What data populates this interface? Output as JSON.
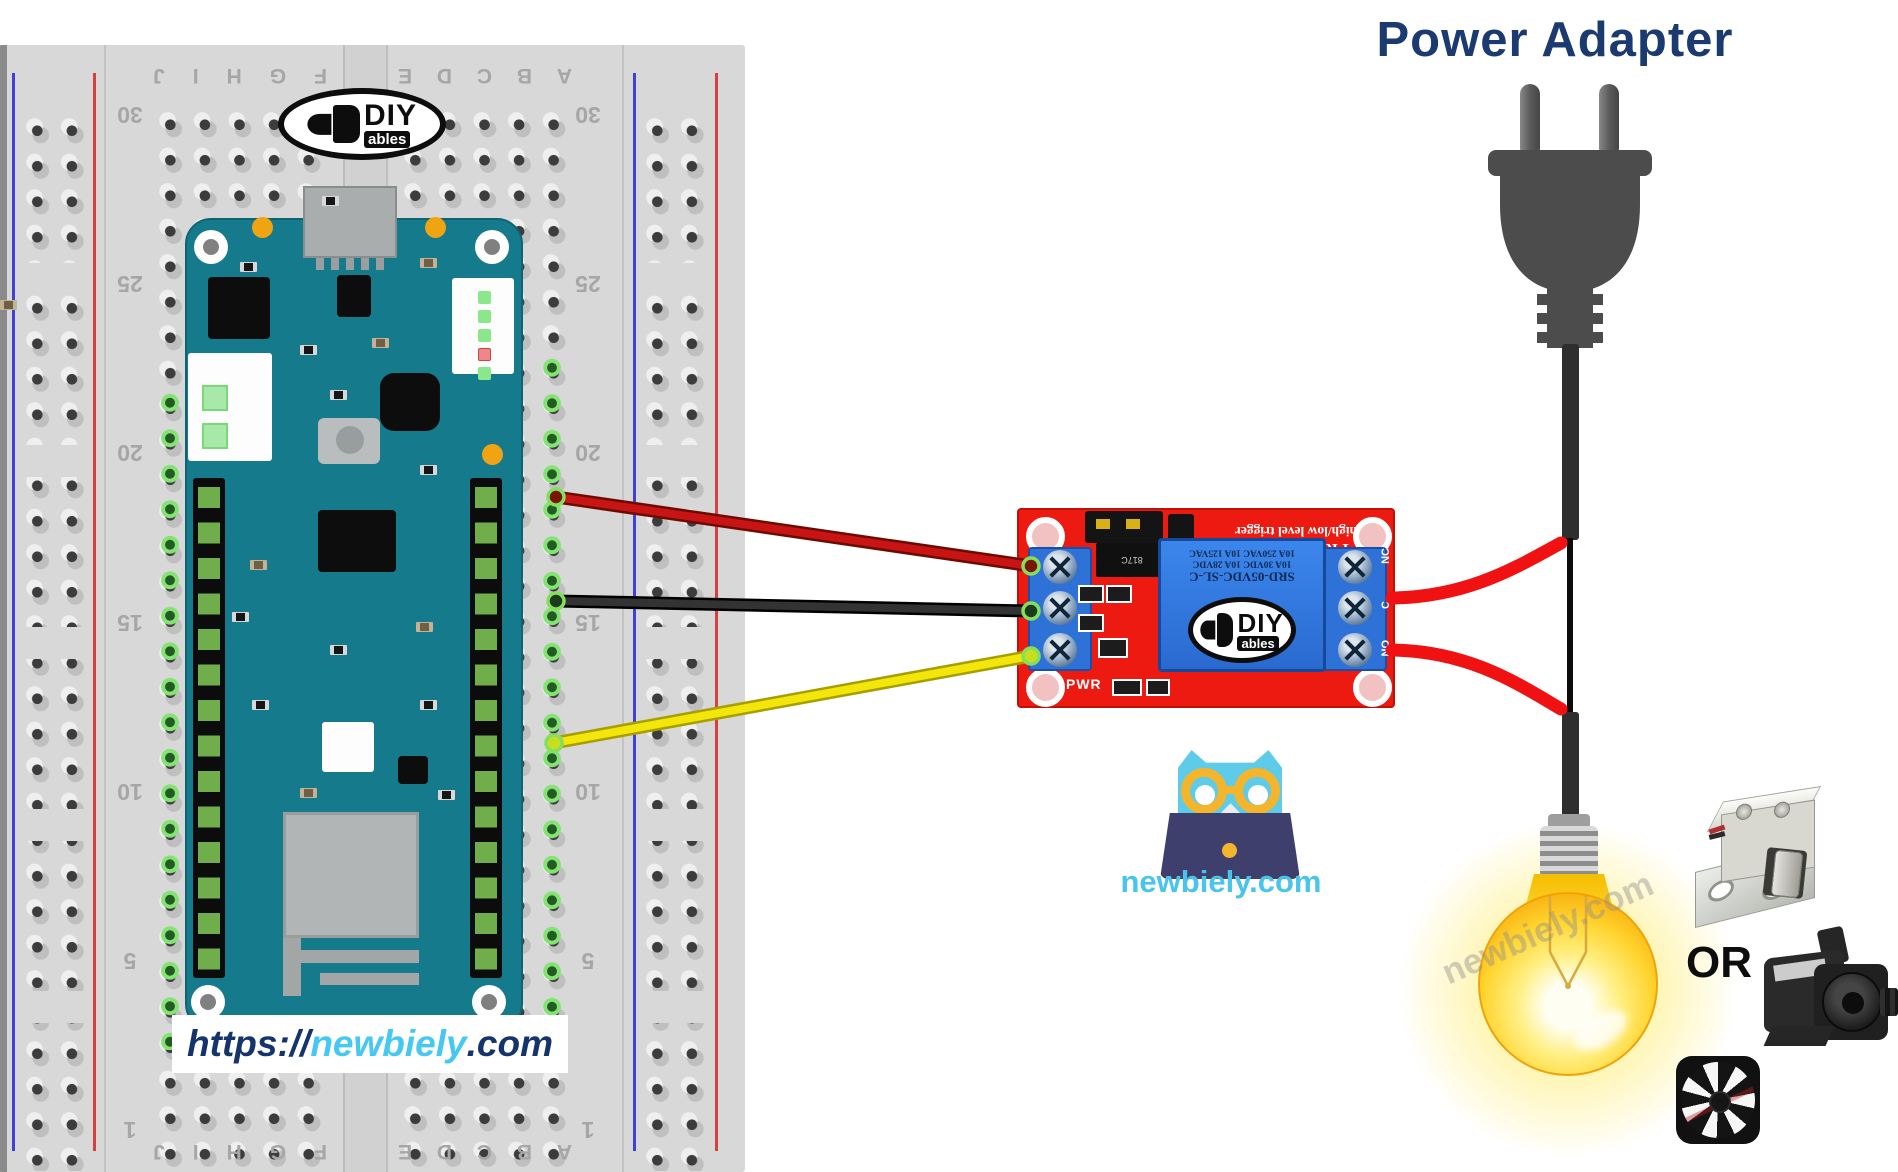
{
  "title": "Power Adapter",
  "or_label": "OR",
  "watermark": {
    "prefix": "https://",
    "brand": "newbiely",
    "suffix": ".com"
  },
  "owl": {
    "site": "newbiely.com"
  },
  "bulb": {
    "watermark": "newbiely.com"
  },
  "diyables": {
    "name": "DIY",
    "sub": "ables"
  },
  "breadboard": {
    "cols_left": [
      "F",
      "G",
      "H",
      "I",
      "J"
    ],
    "cols_right": [
      "A",
      "B",
      "C",
      "D",
      "E"
    ],
    "rows": [
      "1",
      "5",
      "10",
      "15",
      "20",
      "25",
      "30"
    ]
  },
  "relay": {
    "title_line1": "1 Relay Module",
    "title_line2": "high/low level trigger",
    "model": "SRD-05VDC-SL-C",
    "rating1": "10A 30VDC 10A 28VDC",
    "rating2": "10A 250VAC 10A 125VAC",
    "pwr_label": "PWR",
    "opto_label": "817C",
    "terminal_nc": "NC",
    "terminal_c": "C",
    "terminal_no": "NO",
    "logo": {
      "name": "DIY",
      "sub": "ables"
    }
  },
  "colors": {
    "title_navy": "#1b3a70",
    "brand_cyan": "#45c8f1",
    "relay_red": "#ec1a10",
    "arduino_teal": "#157a8c",
    "wire_red": "#c81414",
    "wire_black": "#222222",
    "wire_yellow": "#f2e60a"
  }
}
